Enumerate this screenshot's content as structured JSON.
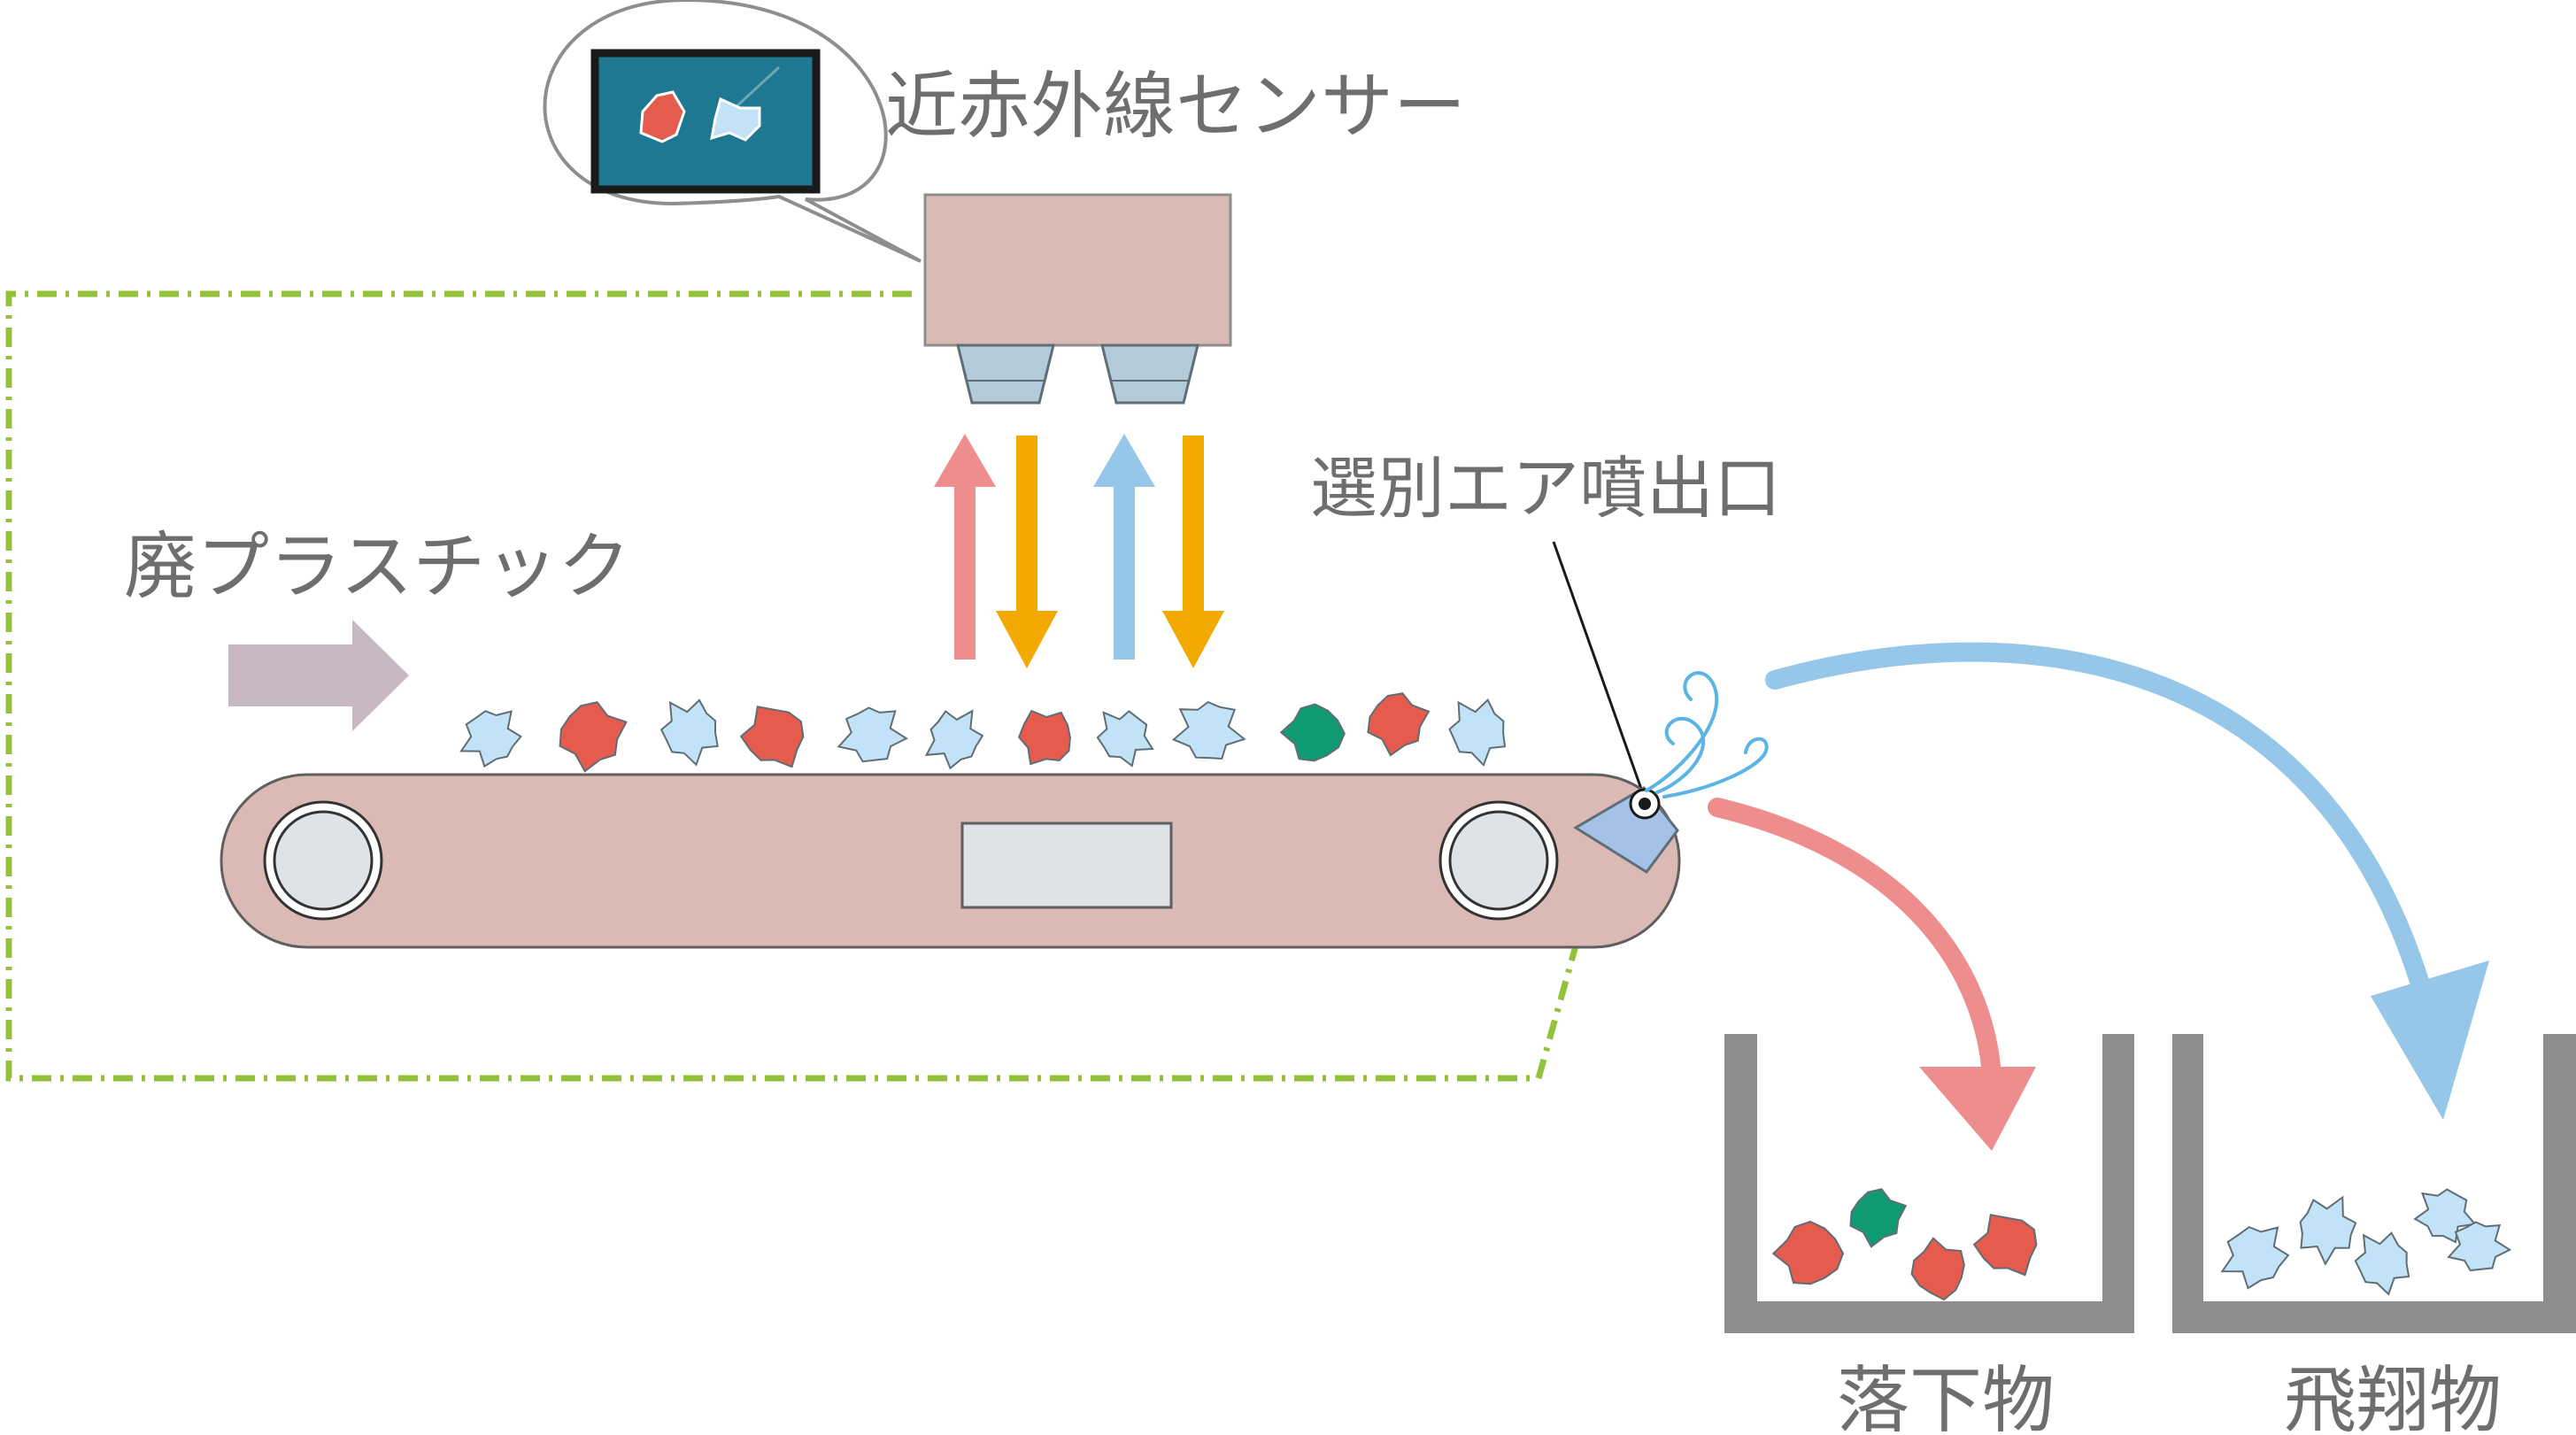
{
  "labels": {
    "sensor": "近赤外線センサー",
    "nozzle": "選別エア噴出口",
    "input": "廃プラスチック",
    "bin_drop": "落下物",
    "bin_fly": "飛翔物"
  },
  "colors": {
    "belt": "#dbbab6",
    "sensor_body": "#dbbab6",
    "lens": "#b3cbd9",
    "screen": "#1f7891",
    "flake_blue": "#c2e3f7",
    "flake_red": "#e55b4d",
    "flake_green": "#109a74",
    "arrow_pink": "#ee8d8d",
    "arrow_orange": "#f2a900",
    "arrow_blue": "#96c6e8",
    "arrow_input": "#c7b8c1",
    "feedback_green": "#93c13a",
    "nozzle": "#a4c1e8",
    "bin": "#8e8e8e"
  },
  "flakes": {
    "belt": [
      "blue",
      "red",
      "blue",
      "red",
      "blue",
      "blue",
      "red",
      "blue",
      "blue",
      "green",
      "red",
      "blue"
    ],
    "bin_drop": [
      "red",
      "green",
      "red",
      "red"
    ],
    "bin_fly": [
      "blue",
      "blue",
      "blue",
      "blue",
      "blue"
    ]
  }
}
